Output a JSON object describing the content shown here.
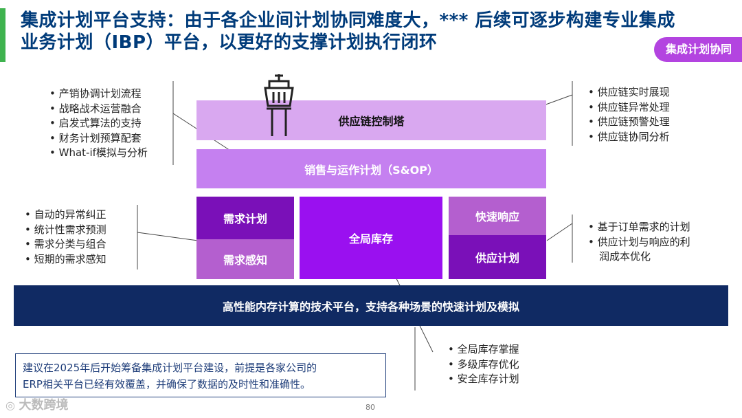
{
  "header": {
    "title_line1": "集成计划平台支持：由于各企业间计划协同难度大，*** 后续可逐步构建专业集成",
    "title_line2": "业务计划（IBP）平台，以更好的支撑计划执行闭环",
    "badge": "集成计划协同"
  },
  "left_lists": {
    "top": [
      "产销协调计划流程",
      "战略战术运营融合",
      "启发式算法的支持",
      "财务计划预算配套",
      "What-if模拟与分析"
    ],
    "middle": [
      "自动的异常纠正",
      "统计性需求预测",
      "需求分类与组合",
      "短期的需求感知"
    ]
  },
  "right_lists": {
    "top": [
      "供应链实时展现",
      "供应链异常处理",
      "供应链预警处理",
      "供应链协同分析"
    ],
    "middle": [
      "基于订单需求的计划",
      "供应计划与响应的利",
      "润成本优化"
    ]
  },
  "bottom_list": [
    "全局库存掌握",
    "多级库存优化",
    "安全库存计划"
  ],
  "diagram": {
    "control_tower": "供应链控制塔",
    "sop": "销售与运作计划（S&OP）",
    "demand_plan": "需求计划",
    "demand_sense": "需求感知",
    "global_inventory": "全局库存",
    "fast_response": "快速响应",
    "supply_plan": "供应计划",
    "platform": "高性能内存计算的技术平台，支持各种场景的快速计划及模拟"
  },
  "note": {
    "line1": "建议在2025年后开始筹备集成计划平台建设，前提是各家公司的",
    "line2": "ERP相关平台已经有效覆盖，并确保了数据的及时性和准确性。"
  },
  "footer": {
    "page": "80",
    "watermark": "大数跨境"
  },
  "colors": {
    "title": "#003b7a",
    "accent": "#3fb34f",
    "badge": "#b344e0",
    "tower": "#d9a8f0",
    "sop": "#c580f0",
    "dark_purple": "#7a10b8",
    "mid_purple": "#b45fcf",
    "bright_purple": "#9a10f0",
    "platform": "#102a63"
  }
}
